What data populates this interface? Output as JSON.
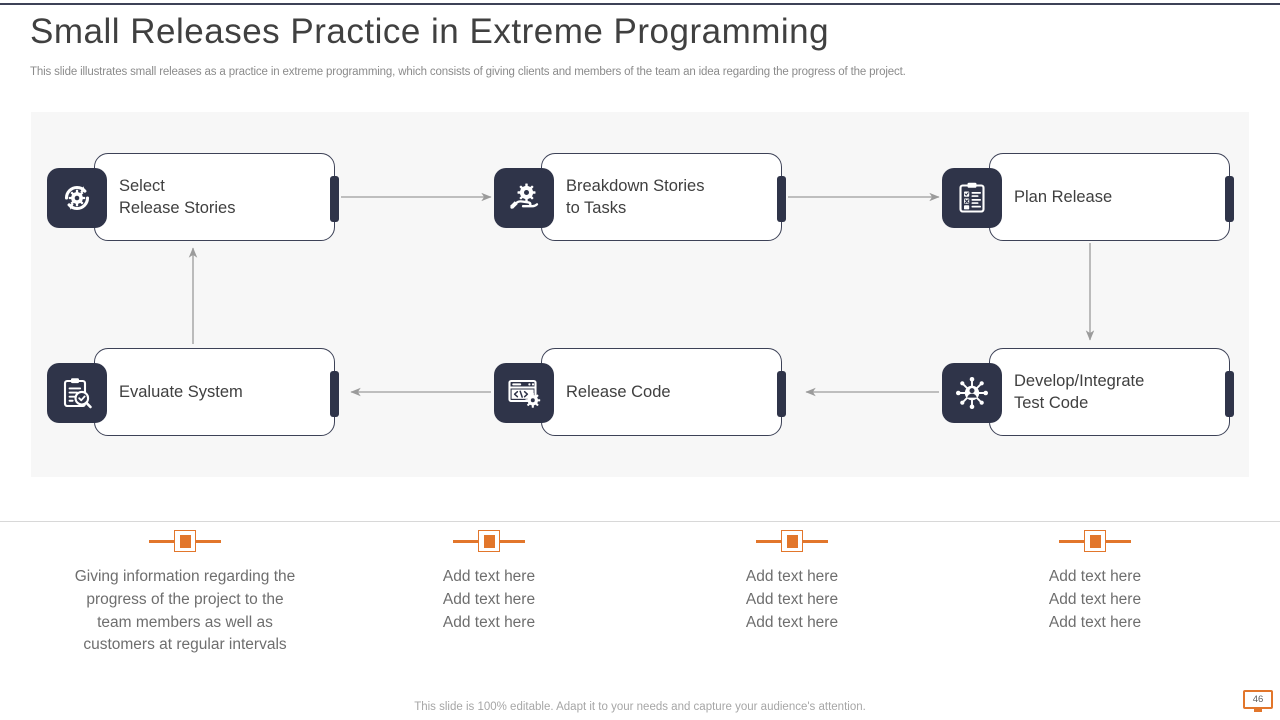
{
  "header": {
    "title": "Small Releases Practice in Extreme Programming",
    "subtitle": "This slide illustrates small releases as a practice in extreme programming, which consists of giving clients and members of the team an idea regarding the progress of the project."
  },
  "theme": {
    "dark_navy": "#2f3449",
    "accent_orange": "#e2762b",
    "panel_bg": "#f7f7f7",
    "text_gray": "#6e6e6e",
    "arrow_gray": "#9b9b9b"
  },
  "diagram": {
    "nodes": [
      {
        "id": "select-release-stories",
        "label": "Select\nRelease Stories",
        "icon": "gear-refresh-icon"
      },
      {
        "id": "breakdown-stories-to-tasks",
        "label": "Breakdown Stories\nto Tasks",
        "icon": "hand-gear-icon"
      },
      {
        "id": "plan-release",
        "label": "Plan Release",
        "icon": "clipboard-checklist-icon"
      },
      {
        "id": "develop-integrate-test-code",
        "label": "Develop/Integrate\nTest Code",
        "icon": "network-hub-icon"
      },
      {
        "id": "release-code",
        "label": "Release Code",
        "icon": "code-window-gear-icon"
      },
      {
        "id": "evaluate-system",
        "label": "Evaluate System",
        "icon": "clipboard-search-icon"
      }
    ],
    "flow_order": [
      "select-release-stories",
      "breakdown-stories-to-tasks",
      "plan-release",
      "develop-integrate-test-code",
      "release-code",
      "evaluate-system"
    ]
  },
  "legend": {
    "columns": [
      {
        "text": "Giving information regarding the\nprogress of the project to the\nteam members as well as\ncustomers at regular intervals"
      },
      {
        "text": "Add text here\nAdd text here\nAdd text here"
      },
      {
        "text": "Add text here\nAdd text here\nAdd text here"
      },
      {
        "text": "Add text here\nAdd text here\nAdd text here"
      }
    ]
  },
  "footer": {
    "note": "This slide is 100% editable. Adapt it to your needs and capture your audience's attention.",
    "page_number": "46"
  }
}
